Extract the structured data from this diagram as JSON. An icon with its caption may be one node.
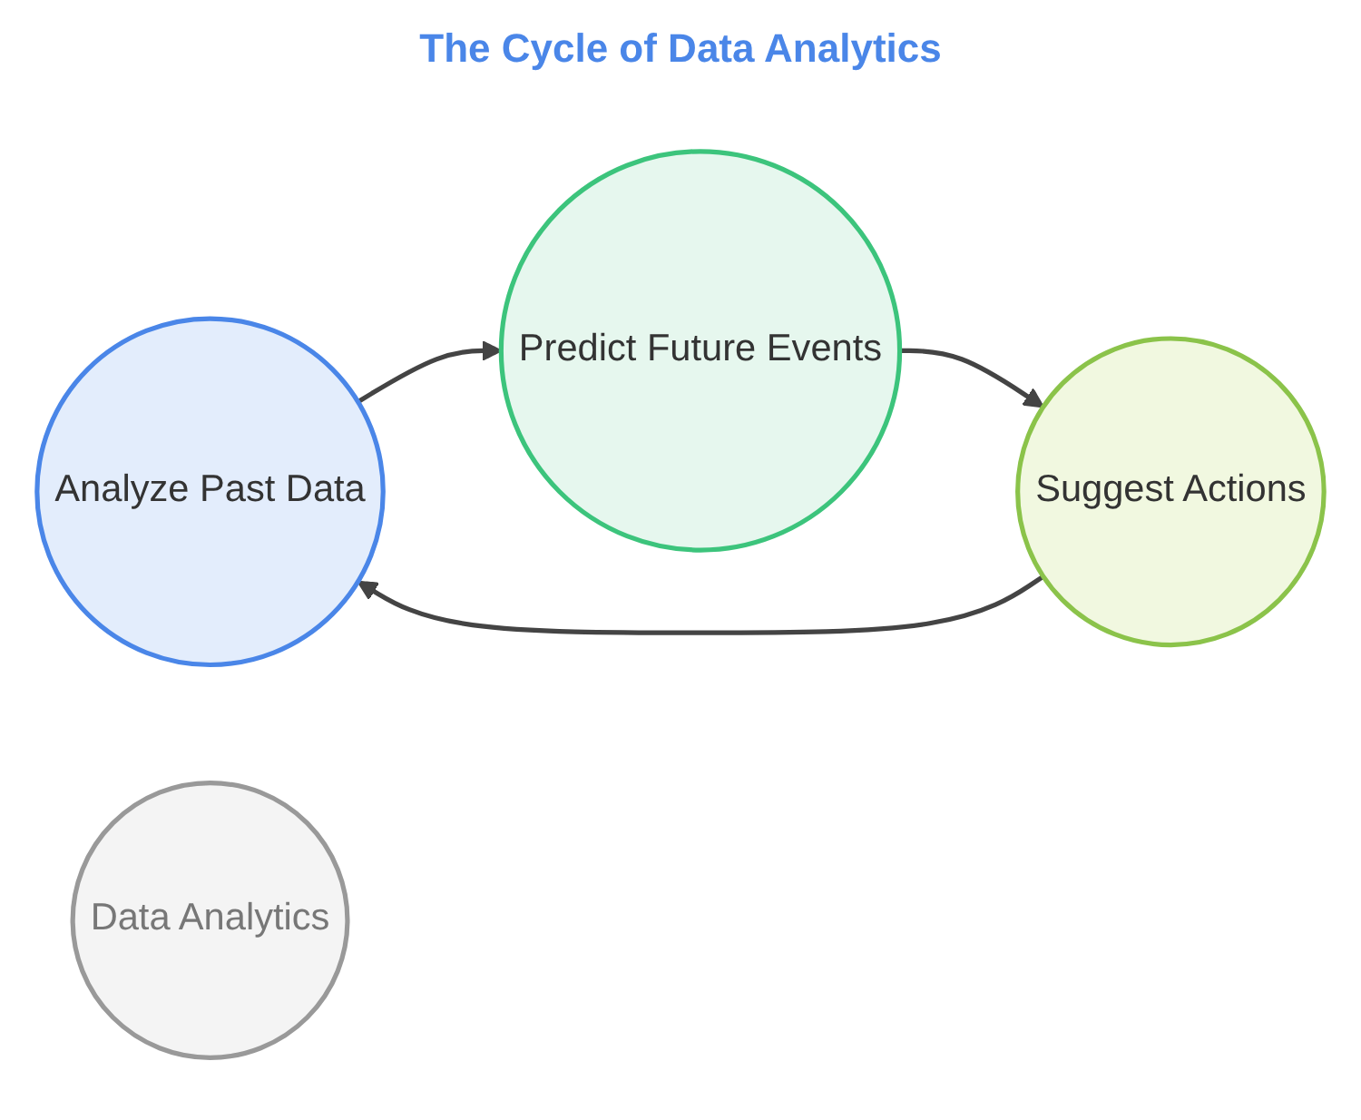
{
  "diagram": {
    "title": "The Cycle of Data Analytics",
    "nodes": [
      {
        "text": [
          "Analyze Past Data"
        ]
      },
      {
        "text": [
          "Data Analytics"
        ]
      },
      {
        "text": [
          "Predict Future Events"
        ]
      },
      {
        "text": [
          "Suggest Actions"
        ]
      }
    ],
    "edges": [
      {
        "from": 0,
        "to": 2,
        "arrow": "to"
      },
      {
        "from": 2,
        "to": 3,
        "arrow": "to"
      },
      {
        "from": 3,
        "to": 0,
        "arrow": "to"
      }
    ]
  }
}
